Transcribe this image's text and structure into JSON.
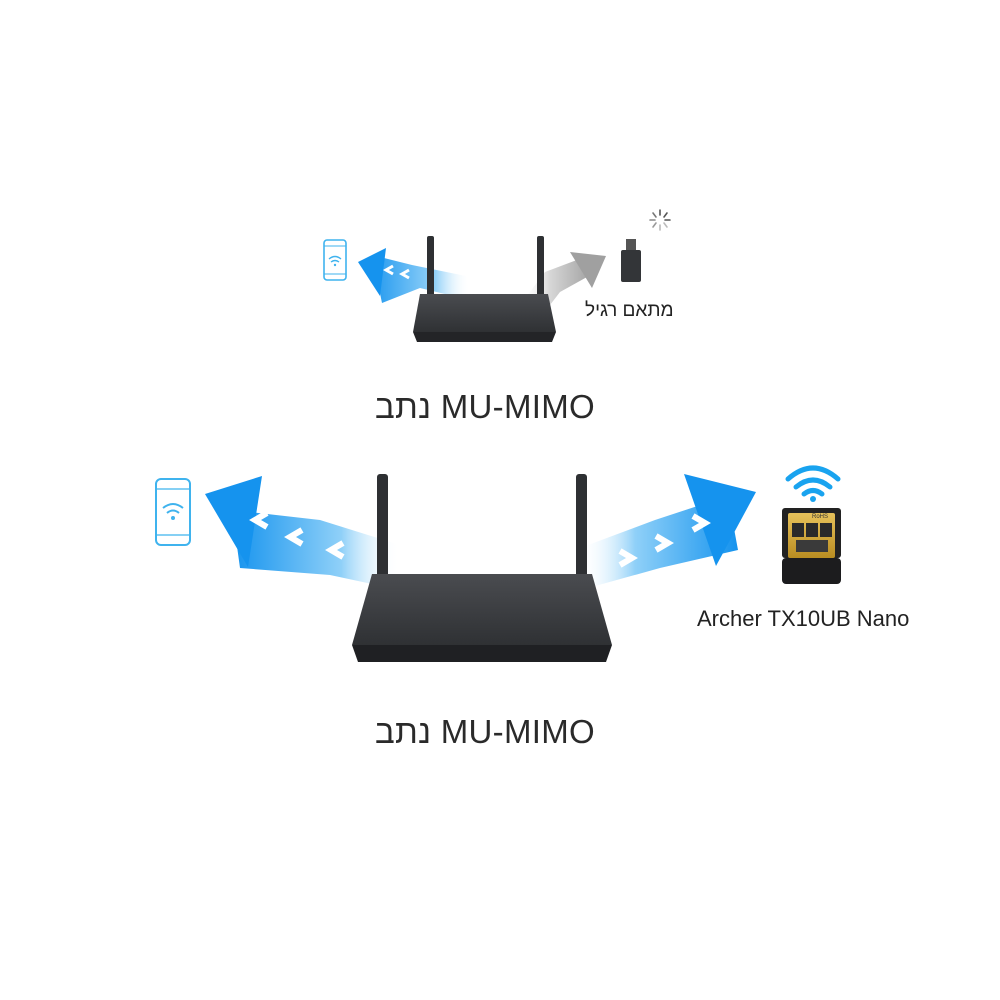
{
  "top_scene": {
    "adapter_label": "מתאם רגיל",
    "caption": "MU-MIMO נתב"
  },
  "bottom_scene": {
    "adapter_label": "Archer TX10UB Nano",
    "adapter_chip_text": "RoHS",
    "caption": "MU-MIMO נתב"
  },
  "colors": {
    "beam_blue": "#1a9ff0",
    "beam_grey": "#9a9a9a",
    "router_body": "#3b3d40",
    "phone_outline": "#3fb3ee",
    "wifi_blue": "#19a3ef"
  }
}
